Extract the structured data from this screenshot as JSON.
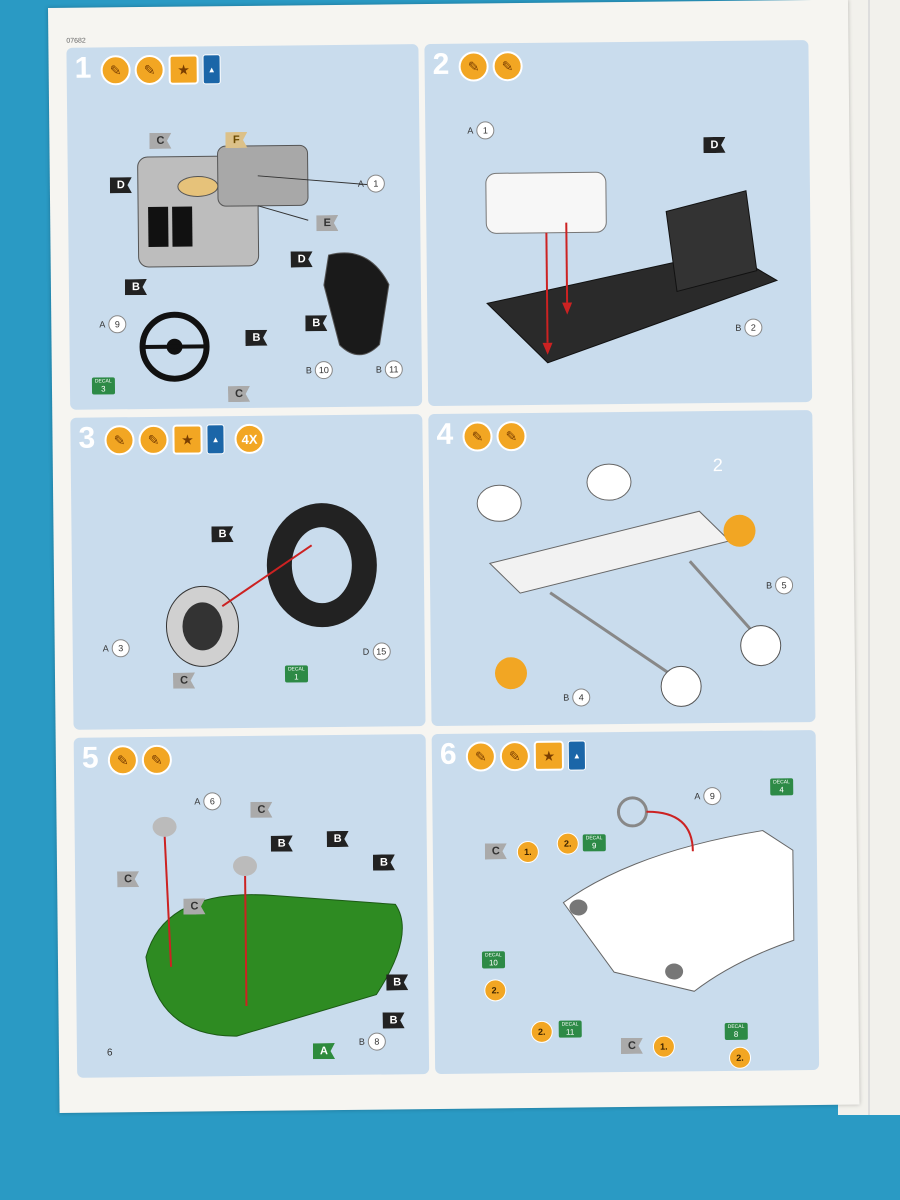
{
  "sheet": {
    "code": "07682",
    "page_number": "6"
  },
  "panels": [
    {
      "step": "1",
      "paint_icons": [
        "brush-icon",
        "brush-icon",
        "decal-icon",
        "glue-icon"
      ],
      "labels": {
        "part_a1": "A",
        "part_a1_num": "1",
        "part_a9": "A",
        "part_a9_num": "9",
        "part_b10": "B",
        "part_b10_num": "10",
        "part_b11": "B",
        "part_b11_num": "11",
        "decal": "DECAL",
        "decal_num": "3"
      },
      "flags": [
        "C",
        "F",
        "D",
        "E",
        "D",
        "B",
        "B",
        "B",
        "C"
      ]
    },
    {
      "step": "2",
      "paint_icons": [
        "brush-icon",
        "brush-icon"
      ],
      "labels": {
        "part_a1": "A",
        "part_a1_num": "1",
        "part_b2": "B",
        "part_b2_num": "2"
      },
      "flags": [
        "D"
      ]
    },
    {
      "step": "3",
      "paint_icons": [
        "brush-icon",
        "brush-icon",
        "decal-icon",
        "glue-icon"
      ],
      "multiplier": "4X",
      "labels": {
        "part_a3": "A",
        "part_a3_num": "3",
        "part_d15": "D",
        "part_d15_num": "15",
        "decal": "DECAL",
        "decal_num": "1"
      },
      "flags": [
        "B",
        "C"
      ]
    },
    {
      "step": "4",
      "paint_icons": [
        "brush-icon",
        "brush-icon"
      ],
      "labels": {
        "part_2": "2",
        "part_b5": "B",
        "part_b5_num": "5",
        "part_b4": "B",
        "part_b4_num": "4"
      }
    },
    {
      "step": "5",
      "paint_icons": [
        "brush-icon",
        "brush-icon"
      ],
      "labels": {
        "part_a6": "A",
        "part_a6_num": "6",
        "part_b8": "B",
        "part_b8_num": "8"
      },
      "flags": [
        "C",
        "C",
        "C",
        "B",
        "B",
        "B",
        "B",
        "B",
        "A"
      ]
    },
    {
      "step": "6",
      "paint_icons": [
        "brush-icon",
        "brush-icon",
        "decal-icon",
        "glue-icon"
      ],
      "labels": {
        "part_a9": "A",
        "part_a9_num": "9",
        "decal": "DECAL",
        "decal_4": "4",
        "decal_9": "9",
        "decal_10": "10",
        "decal_11": "11",
        "decal_8": "8",
        "order_1": "1.",
        "order_2": "2."
      },
      "flags": [
        "C",
        "C"
      ]
    }
  ],
  "colors": {
    "panel_bg": "#c9dced",
    "paint_orange": "#f2a623",
    "flag_black": "#222222",
    "decal_green": "#2d8a46",
    "body_green": "#2e8b22",
    "table_blue": "#2a9ac4"
  }
}
